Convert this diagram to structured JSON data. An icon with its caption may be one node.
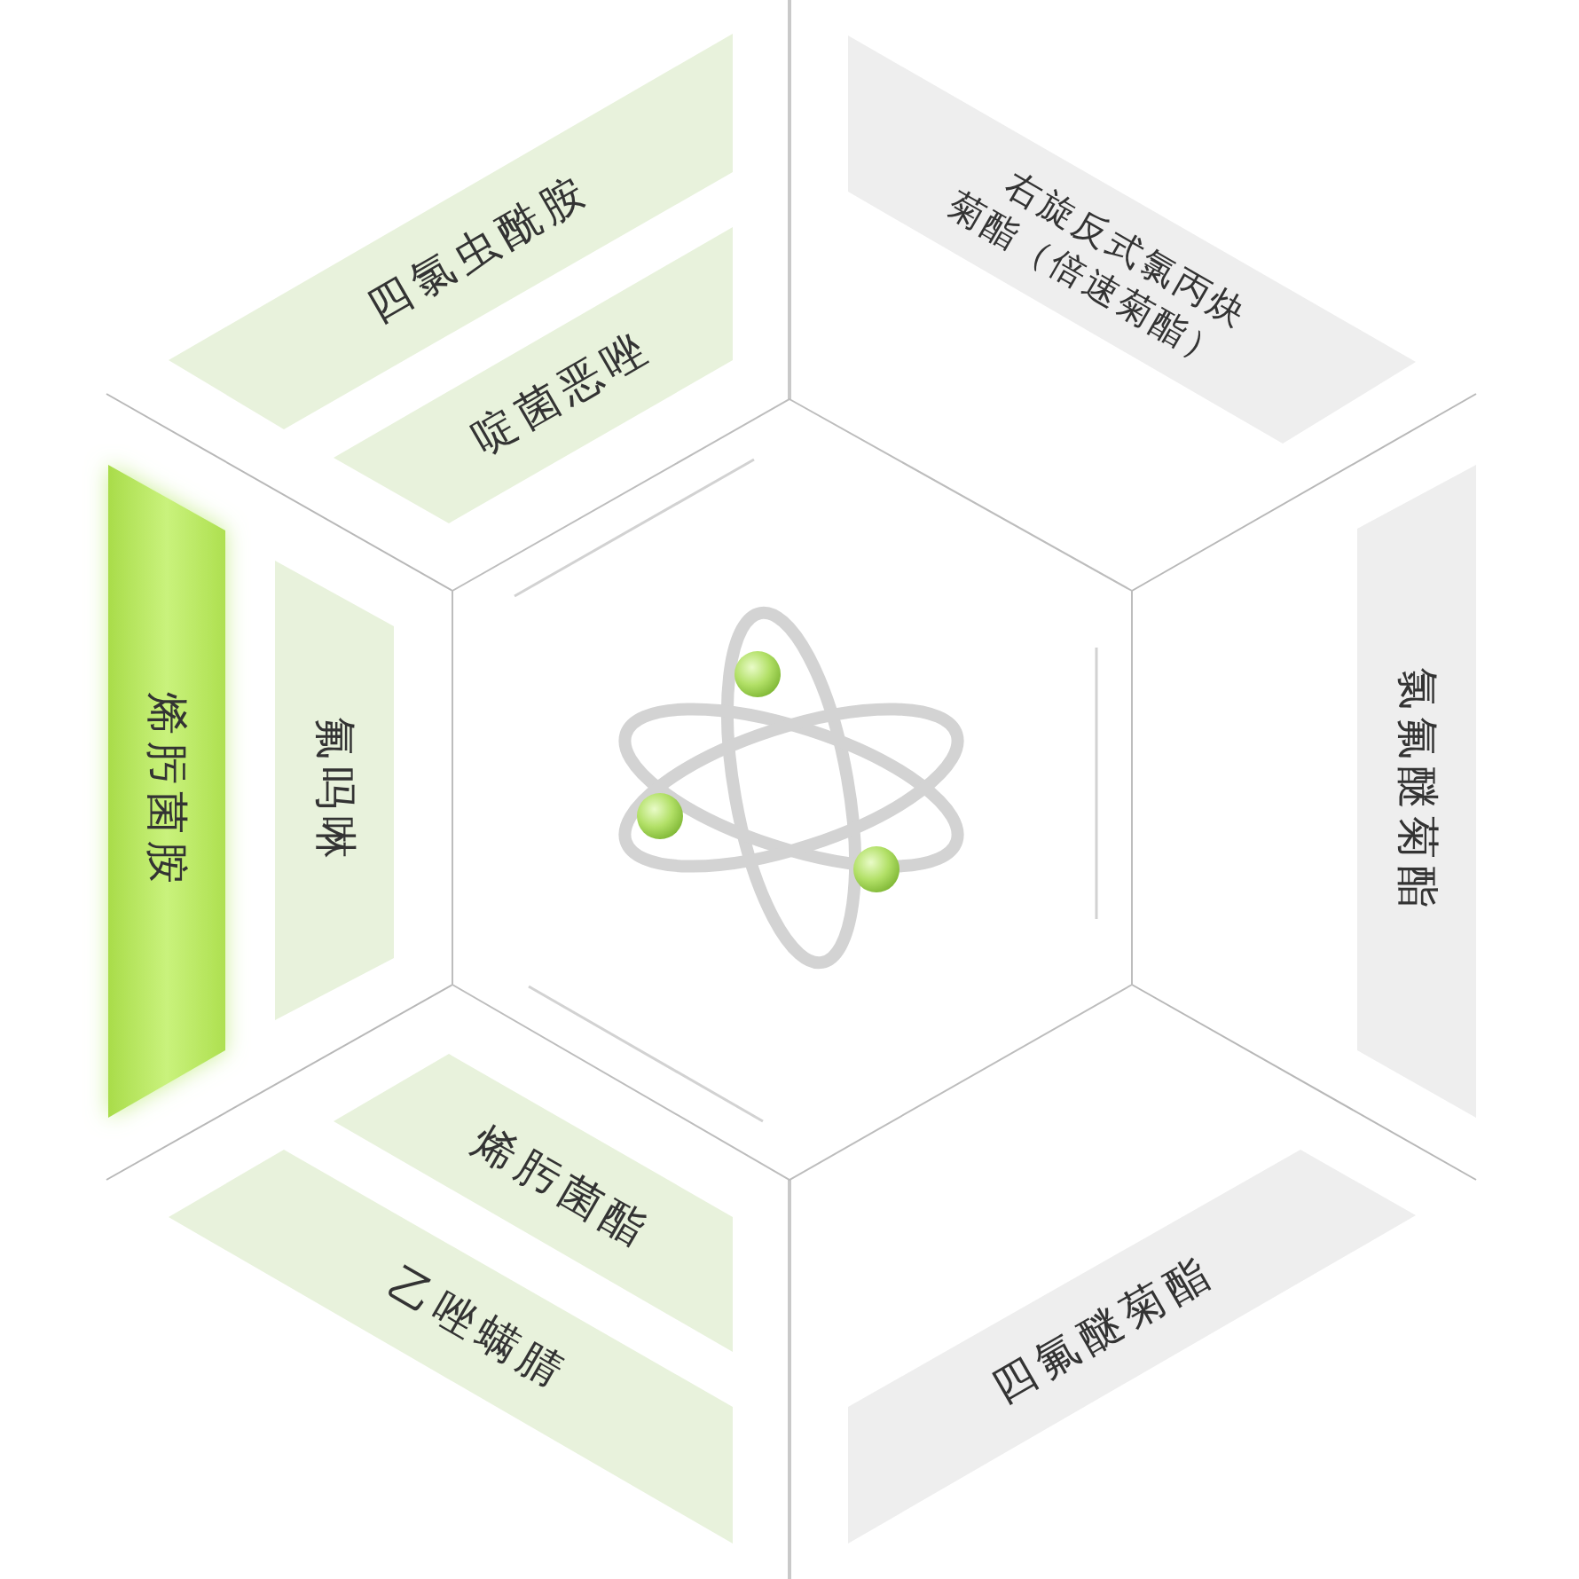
{
  "diagram": {
    "nodes": [
      {
        "text": [
          "四氯虫酰胺"
        ]
      },
      {
        "text": [
          "啶菌恶唑"
        ]
      },
      {
        "text": [
          "右旋反式氯丙炔菊酯（倍速菊酯）"
        ]
      },
      {
        "text": [
          "烯肟菌胺"
        ]
      },
      {
        "text": [
          "氟吗啉"
        ]
      },
      {
        "text": [
          "氯氟醚菊酯"
        ]
      },
      {
        "text": [
          "烯肟菌酯"
        ]
      },
      {
        "text": [
          "乙唑螨腈"
        ]
      },
      {
        "text": [
          "四氟醚菊酯"
        ]
      }
    ]
  }
}
